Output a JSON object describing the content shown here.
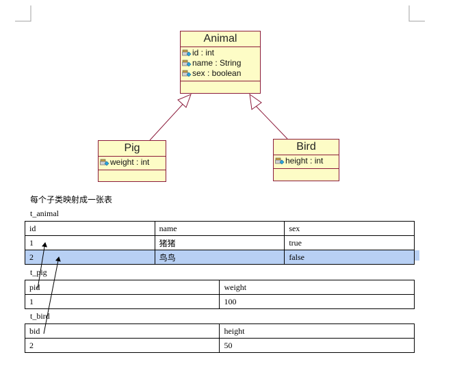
{
  "diagram": {
    "classes": [
      {
        "name": "Animal",
        "attributes": [
          "id : int",
          "name : String",
          "sex : boolean"
        ]
      },
      {
        "name": "Pig",
        "attributes": [
          "weight : int"
        ]
      },
      {
        "name": "Bird",
        "attributes": [
          "height : int"
        ]
      }
    ],
    "relations": [
      {
        "type": "generalization",
        "from": "Pig",
        "to": "Animal"
      },
      {
        "type": "generalization",
        "from": "Bird",
        "to": "Animal"
      }
    ]
  },
  "caption": "每个子类映射成一张表",
  "tables": [
    {
      "name": "t_animal",
      "headers": [
        "id",
        "name",
        "sex"
      ],
      "rows": [
        [
          "1",
          "猪猪",
          "true"
        ],
        [
          "2",
          "鸟鸟",
          "false"
        ]
      ]
    },
    {
      "name": "t_pig",
      "headers": [
        "pid",
        "weight"
      ],
      "rows": [
        [
          "1",
          "100"
        ]
      ]
    },
    {
      "name": "t_bird",
      "headers": [
        "bid",
        "height"
      ],
      "rows": [
        [
          "2",
          "50"
        ]
      ]
    }
  ],
  "colors": {
    "class_fill": "#fdfcc6",
    "class_border": "#8b1a3a",
    "selection": "#b8d0f4"
  }
}
